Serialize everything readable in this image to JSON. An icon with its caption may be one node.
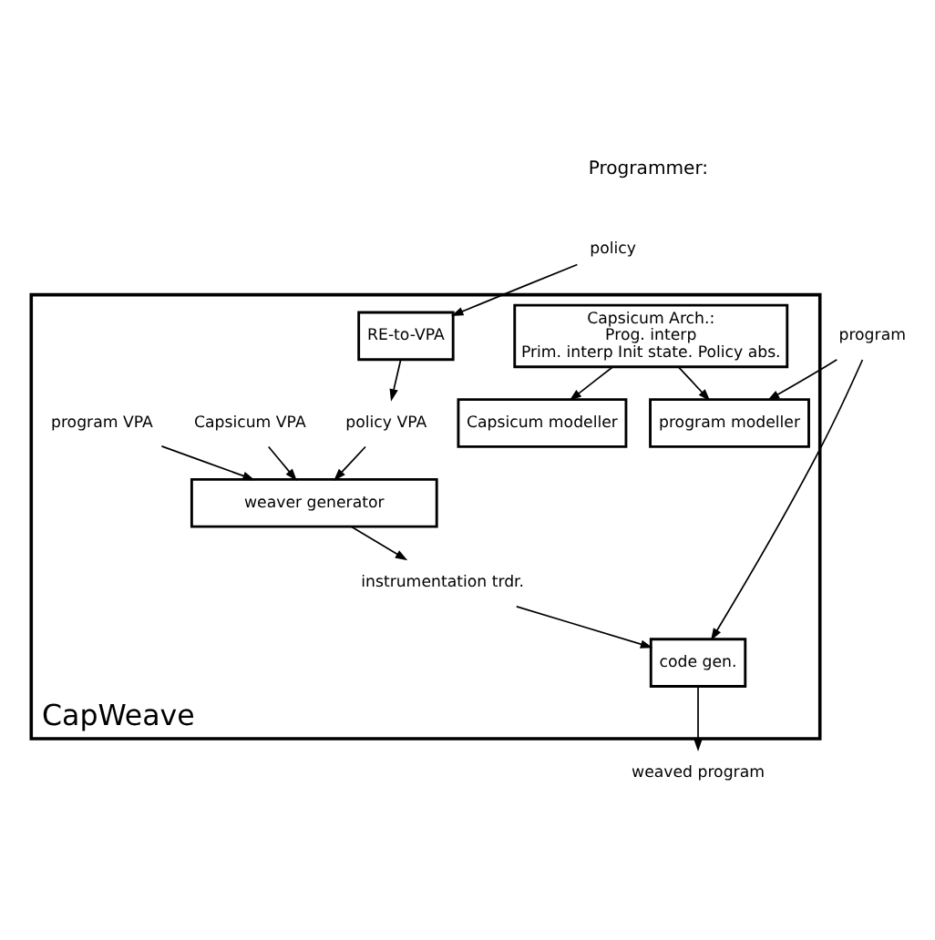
{
  "diagram": {
    "nodes": [
      {
        "text": [
          "CapWeave"
        ]
      },
      {
        "text": [
          "program"
        ]
      },
      {
        "text": [
          "policy"
        ]
      },
      {
        "text": [
          "Capsicum Arch.:",
          "Prog. interp",
          "Prim. interp Init state. Policy abs."
        ],
        "in": 0
      },
      {
        "text": [
          "Capsicum modeller"
        ],
        "in": 0
      },
      {
        "text": [
          "program modeller"
        ],
        "in": 0
      },
      {
        "text": [
          "RE-to-VPA"
        ],
        "in": 0
      },
      {
        "text": [
          "Capsicum VPA"
        ],
        "in": 0
      },
      {
        "text": [
          "program VPA"
        ],
        "in": 0
      },
      {
        "text": [
          "policy VPA"
        ],
        "in": 0
      },
      {
        "text": [
          "weaver generator"
        ],
        "in": 0
      },
      {
        "text": [
          "instrumentation trdr."
        ],
        "in": 0
      },
      {
        "text": [
          "code gen."
        ],
        "in": 0
      },
      {
        "text": [
          "weaved program"
        ]
      }
    ],
    "edges": [
      {
        "from": 1,
        "to": 5,
        "arrow": "to"
      },
      {
        "from": 1,
        "to": 12,
        "arrow": "to"
      },
      {
        "from": 2,
        "to": 6,
        "arrow": "to"
      },
      {
        "from": 3,
        "to": 5,
        "arrow": "to"
      },
      {
        "from": 3,
        "to": 4,
        "arrow": "to"
      },
      {
        "from": 6,
        "to": 9,
        "arrow": "to"
      },
      {
        "from": 7,
        "to": 10,
        "arrow": "to"
      },
      {
        "from": 8,
        "to": 10,
        "arrow": "to"
      },
      {
        "from": 9,
        "to": 10,
        "arrow": "to"
      },
      {
        "from": 10,
        "to": 11,
        "arrow": "to"
      },
      {
        "from": 11,
        "to": 12,
        "arrow": "to"
      },
      {
        "from": 12,
        "to": 13,
        "arrow": "to"
      }
    ],
    "labels": [
      "Programmer:"
    ]
  }
}
